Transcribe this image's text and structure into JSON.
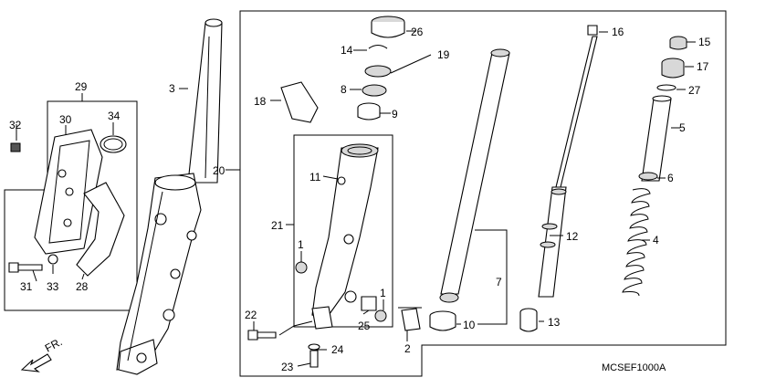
{
  "diagram_code": "MCSEF1000A",
  "direction_label": "FR.",
  "callouts": [
    {
      "id": "c1a",
      "text": "1"
    },
    {
      "id": "c1b",
      "text": "1"
    },
    {
      "id": "c2",
      "text": "2"
    },
    {
      "id": "c3",
      "text": "3"
    },
    {
      "id": "c4",
      "text": "4"
    },
    {
      "id": "c5",
      "text": "5"
    },
    {
      "id": "c6",
      "text": "6"
    },
    {
      "id": "c7",
      "text": "7"
    },
    {
      "id": "c8",
      "text": "8"
    },
    {
      "id": "c9",
      "text": "9"
    },
    {
      "id": "c10",
      "text": "10"
    },
    {
      "id": "c11",
      "text": "11"
    },
    {
      "id": "c12",
      "text": "12"
    },
    {
      "id": "c13",
      "text": "13"
    },
    {
      "id": "c14",
      "text": "14"
    },
    {
      "id": "c15",
      "text": "15"
    },
    {
      "id": "c16",
      "text": "16"
    },
    {
      "id": "c17",
      "text": "17"
    },
    {
      "id": "c18",
      "text": "18"
    },
    {
      "id": "c19",
      "text": "19"
    },
    {
      "id": "c20",
      "text": "20"
    },
    {
      "id": "c21",
      "text": "21"
    },
    {
      "id": "c22",
      "text": "22"
    },
    {
      "id": "c23",
      "text": "23"
    },
    {
      "id": "c24",
      "text": "24"
    },
    {
      "id": "c25",
      "text": "25"
    },
    {
      "id": "c26",
      "text": "26"
    },
    {
      "id": "c27",
      "text": "27"
    },
    {
      "id": "c28",
      "text": "28"
    },
    {
      "id": "c29",
      "text": "29"
    },
    {
      "id": "c30",
      "text": "30"
    },
    {
      "id": "c31",
      "text": "31"
    },
    {
      "id": "c32",
      "text": "32"
    },
    {
      "id": "c33",
      "text": "33"
    },
    {
      "id": "c34",
      "text": "34"
    }
  ]
}
